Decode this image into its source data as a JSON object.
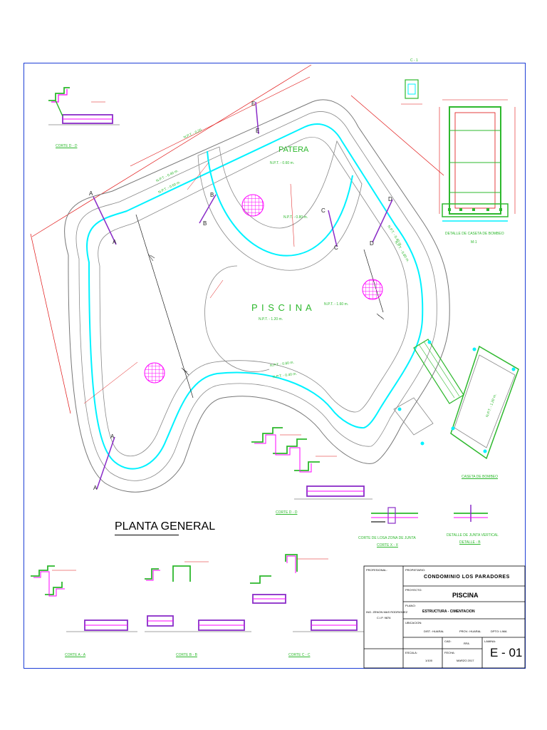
{
  "drawing": {
    "main_title": "PLANTA GENERAL",
    "pool_label": "P I S C I N A",
    "pool_level": "N.P.T. - 1.20 m.",
    "pool_level_right": "N.P.T. - 1.60 m.",
    "patera_label": "PATERA",
    "patera_level": "N.P.T. - 0.60 m.",
    "patera_level_2": "N.P.T. - 0.80 m.",
    "top_level_1": "N.P.T. - 0.40 m.",
    "top_level_2": "N.P.T. - 0.60 m.",
    "top_level_3": "N.P.T. - 0.20",
    "bottom_level_1": "N.P.T. - 0.80 m.",
    "bottom_level_2": "N.P.T. - 0.40 m.",
    "right_level_1": "N.P.T. - 0.40 m.",
    "right_level_2": "N.P.T. - 0.80 m.",
    "section_marks": [
      "A",
      "A",
      "A",
      "A",
      "B",
      "B",
      "C",
      "C",
      "D",
      "D",
      "E",
      "E"
    ],
    "c1_label": "C - 1",
    "corte_dd_top": "CORTE D - D",
    "corte_dd_mid": "CORTE D - D",
    "corte_aa": "CORTE A - A",
    "corte_bb": "CORTE B - B",
    "corte_cc": "CORTE C - C",
    "caseta_detail": "DETALLE DE CASETA DE BOMBEO",
    "caseta_sub": "M-1",
    "caseta_bombeo": "CASETA DE BOMBEO",
    "caseta_inner": "N.P.T. - 1.20 m.",
    "junta_losa_1": "CORTE DE LOSA ZONA DE JUNTA",
    "junta_losa_2": "CORTE X - X",
    "junta_vert_1": "DETALLE DE JUNTA VERTICAL",
    "junta_vert_2": "DETALLE - B"
  },
  "title_block": {
    "profesional_label": "PROFESIONAL:",
    "profesional_name": "ING. ZENON MAS RODRIGUEZ",
    "profesional_cip": "C.I.P. 9876",
    "propietario_label": "PROPIETARIO:",
    "propietario": "CONDOMINIO LOS PARADORES",
    "proyecto_label": "PROYECTO:",
    "proyecto": "PISCINA",
    "plano_label": "PLANO:",
    "plano": "ESTRUCTURA - CIMENTACION",
    "ubicacion_label": "UBICACION:",
    "dist": "DIST.: HUARAL",
    "prov": "PROV.: HUARAL",
    "dpto": "DPTO: LIMA",
    "cad_label": "CAD:",
    "cad": "RFA",
    "lamina_label": "LAMINA:",
    "lamina": "E - 01",
    "escala_label": "ESCALA:",
    "escala": "1/100",
    "fecha_label": "FECHA:",
    "fecha": "MARZO 2017"
  },
  "colors": {
    "green": "#2db82d",
    "cyan": "#00f2ff",
    "red": "#e01010",
    "magenta": "#ff00ff",
    "purple": "#8a2cc8",
    "blue": "#1e3fd6"
  }
}
